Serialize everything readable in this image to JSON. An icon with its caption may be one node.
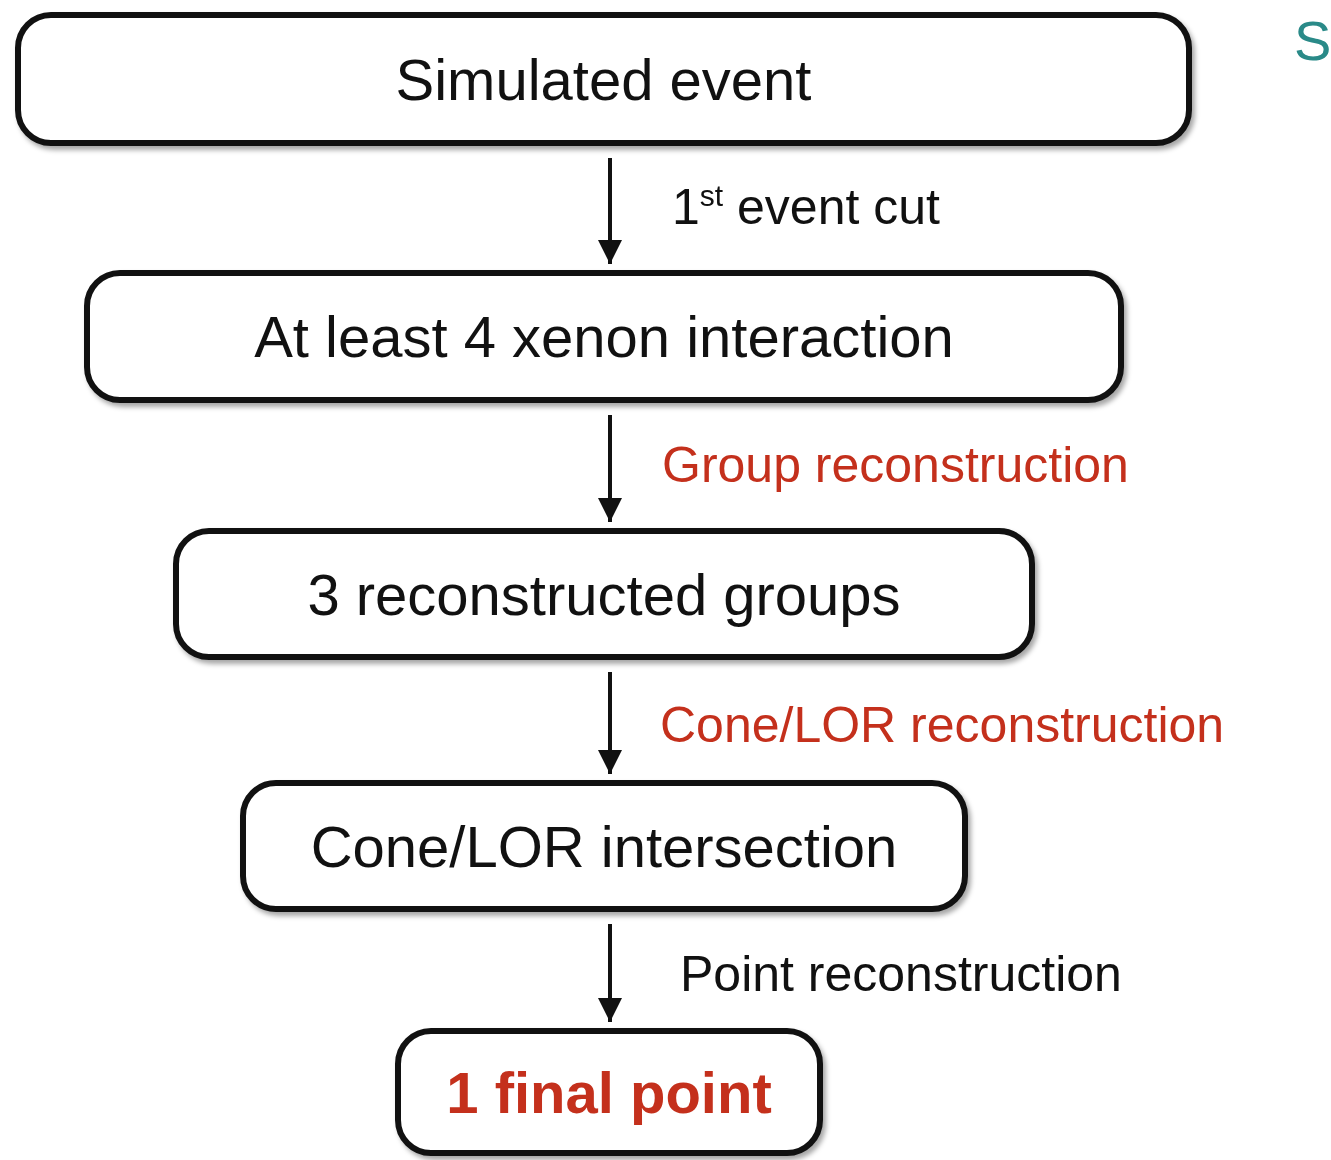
{
  "diagram": {
    "nodes": [
      {
        "text": [
          "Simulated event"
        ]
      },
      {
        "text": [
          "At least 4 xenon interaction"
        ]
      },
      {
        "text": [
          "3 reconstructed groups"
        ]
      },
      {
        "text": [
          "Cone/LOR intersection"
        ]
      },
      {
        "text": [
          "1 final point"
        ]
      }
    ],
    "edges": [
      {
        "from": 0,
        "to": 1,
        "arrow": "to",
        "label": "1$^{st}$ event cut"
      },
      {
        "from": 1,
        "to": 2,
        "arrow": "to",
        "label": "Group reconstruction"
      },
      {
        "from": 2,
        "to": 3,
        "arrow": "to",
        "label": "Cone/LOR reconstruction"
      },
      {
        "from": 3,
        "to": 4,
        "arrow": "to",
        "label": "Point reconstruction"
      }
    ],
    "labels": [
      "S"
    ]
  }
}
